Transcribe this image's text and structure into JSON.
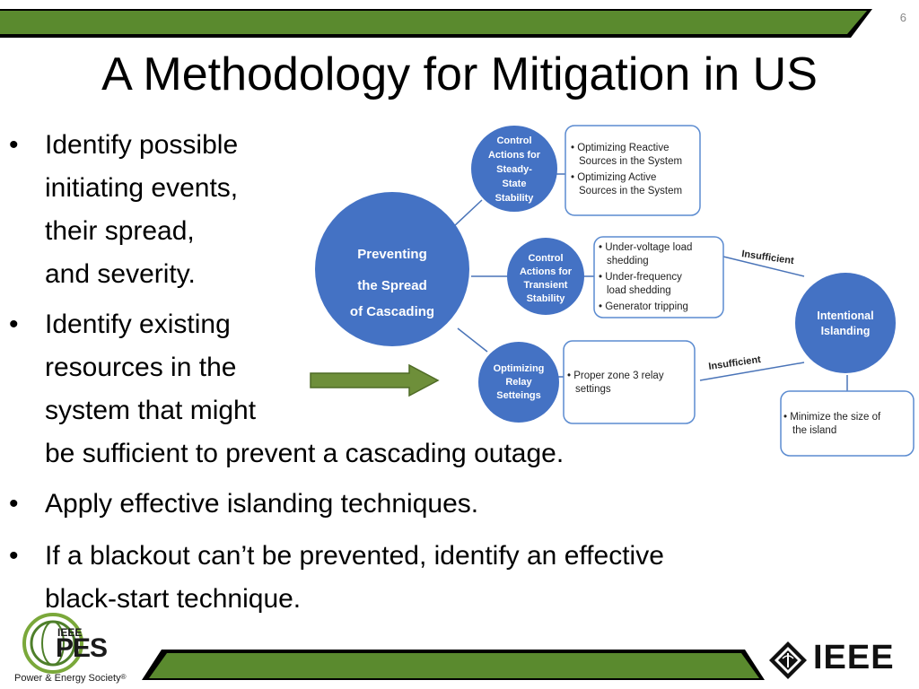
{
  "slide": {
    "number": "6",
    "title": "A Methodology for Mitigation in US"
  },
  "bullets": {
    "b1": [
      "Identify possible",
      "initiating events,",
      "their spread,",
      "and severity."
    ],
    "b2": [
      "Identify  existing",
      "resources  in  the",
      "system  that  might",
      "be sufficient to prevent a cascading outage."
    ],
    "b3": "Apply effective islanding techniques.",
    "b4": [
      "If a blackout can’t be prevented, identify an effective",
      "black-start technique."
    ],
    "marker": "•"
  },
  "diagram": {
    "center": [
      "Preventing",
      "the Spread",
      "of Cascading"
    ],
    "steady_state": [
      "Control",
      "Actions for",
      "Steady-",
      "State",
      "Stability"
    ],
    "steady_box": [
      [
        "• Optimizing Reactive",
        "Sources in the System"
      ],
      [
        "• Optimizing Active",
        "Sources in the System"
      ]
    ],
    "transient": [
      "Control",
      "Actions for",
      "Transient",
      "Stability"
    ],
    "transient_box": [
      [
        "• Under-voltage load",
        "shedding"
      ],
      [
        "• Under-frequency",
        "load shedding"
      ],
      [
        "• Generator tripping"
      ]
    ],
    "relay": [
      "Optimizing",
      "Relay",
      "Setteings"
    ],
    "relay_box": [
      "• Proper zone 3 relay",
      "settings"
    ],
    "islanding": [
      "Intentional",
      "Islanding"
    ],
    "island_box": [
      "• Minimize the size of",
      "the island"
    ],
    "insufficient_1": "Insufficient",
    "insufficient_2": "Insufficient",
    "colors": {
      "circle": "#4472C4",
      "box_border": "#5B8BD0",
      "arrow": "#6E8F3A",
      "band_green": "#5A8A2E"
    }
  },
  "footer": {
    "pes_top": "IEEE",
    "pes_main": "PES",
    "pes_tag": "Power & Energy Society",
    "reg": "®",
    "ieee": "IEEE"
  }
}
